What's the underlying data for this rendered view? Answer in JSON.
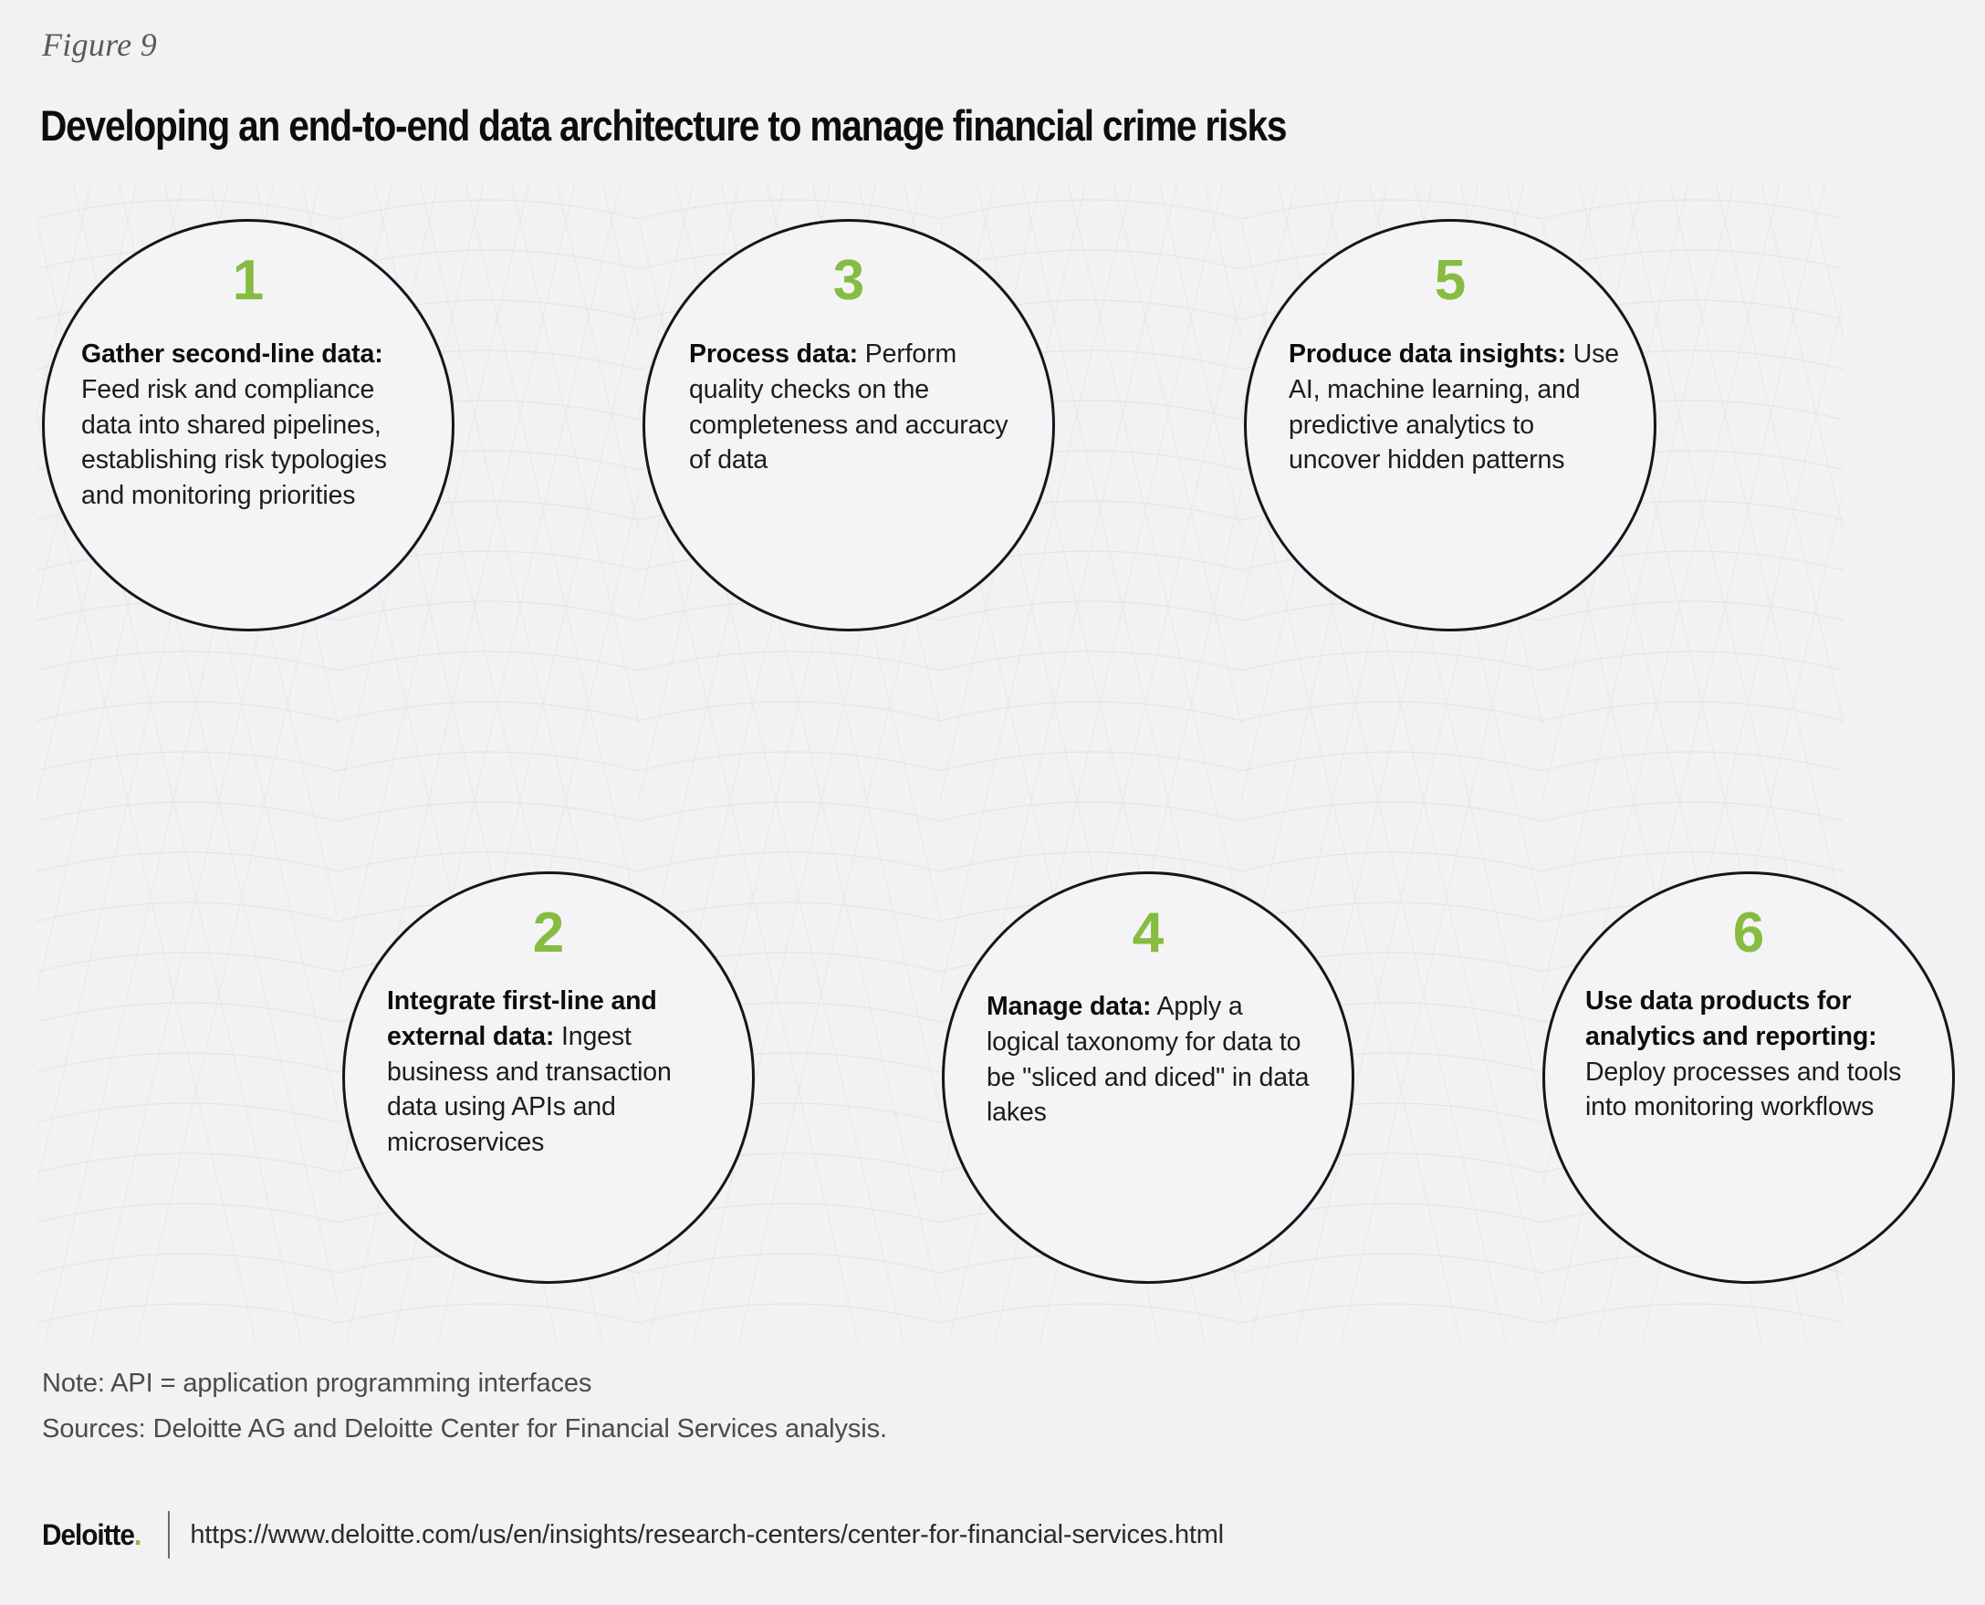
{
  "figure": {
    "label": "Figure 9",
    "title": "Developing an end-to-end data architecture to manage financial crime risks"
  },
  "colors": {
    "accent_green": "#86BC40",
    "background": "#F2F2F4",
    "circle_outline": "#15151A",
    "body_text": "#1C1C1C",
    "muted_text": "#4B4B4B"
  },
  "steps": [
    {
      "number": "1",
      "lead": "Gather second-line data:",
      "detail": "Feed risk and compliance data into shared pipelines, establishing risk typologies and monitoring priorities"
    },
    {
      "number": "2",
      "lead": "Integrate first-line and external data:",
      "detail": "Ingest business and transaction data using APIs and microservices"
    },
    {
      "number": "3",
      "lead": "Process data:",
      "detail": "Perform quality checks on the completeness and accuracy of data"
    },
    {
      "number": "4",
      "lead": "Manage data:",
      "detail": "Apply a logical taxonomy for data to be \"sliced and diced\" in data lakes"
    },
    {
      "number": "5",
      "lead": "Produce data insights:",
      "detail": "Use AI, machine learning, and predictive analytics to uncover hidden patterns"
    },
    {
      "number": "6",
      "lead": "Use data products for analytics and reporting:",
      "detail": "Deploy processes and tools into monitoring workflows"
    }
  ],
  "footer": {
    "note": "Note: API = application programming interfaces",
    "sources": "Sources: Deloitte AG and Deloitte Center for Financial Services analysis.",
    "logo_text": "Deloitte",
    "logo_dot": ".",
    "url": "https://www.deloitte.com/us/en/insights/research-centers/center-for-financial-services.html"
  }
}
